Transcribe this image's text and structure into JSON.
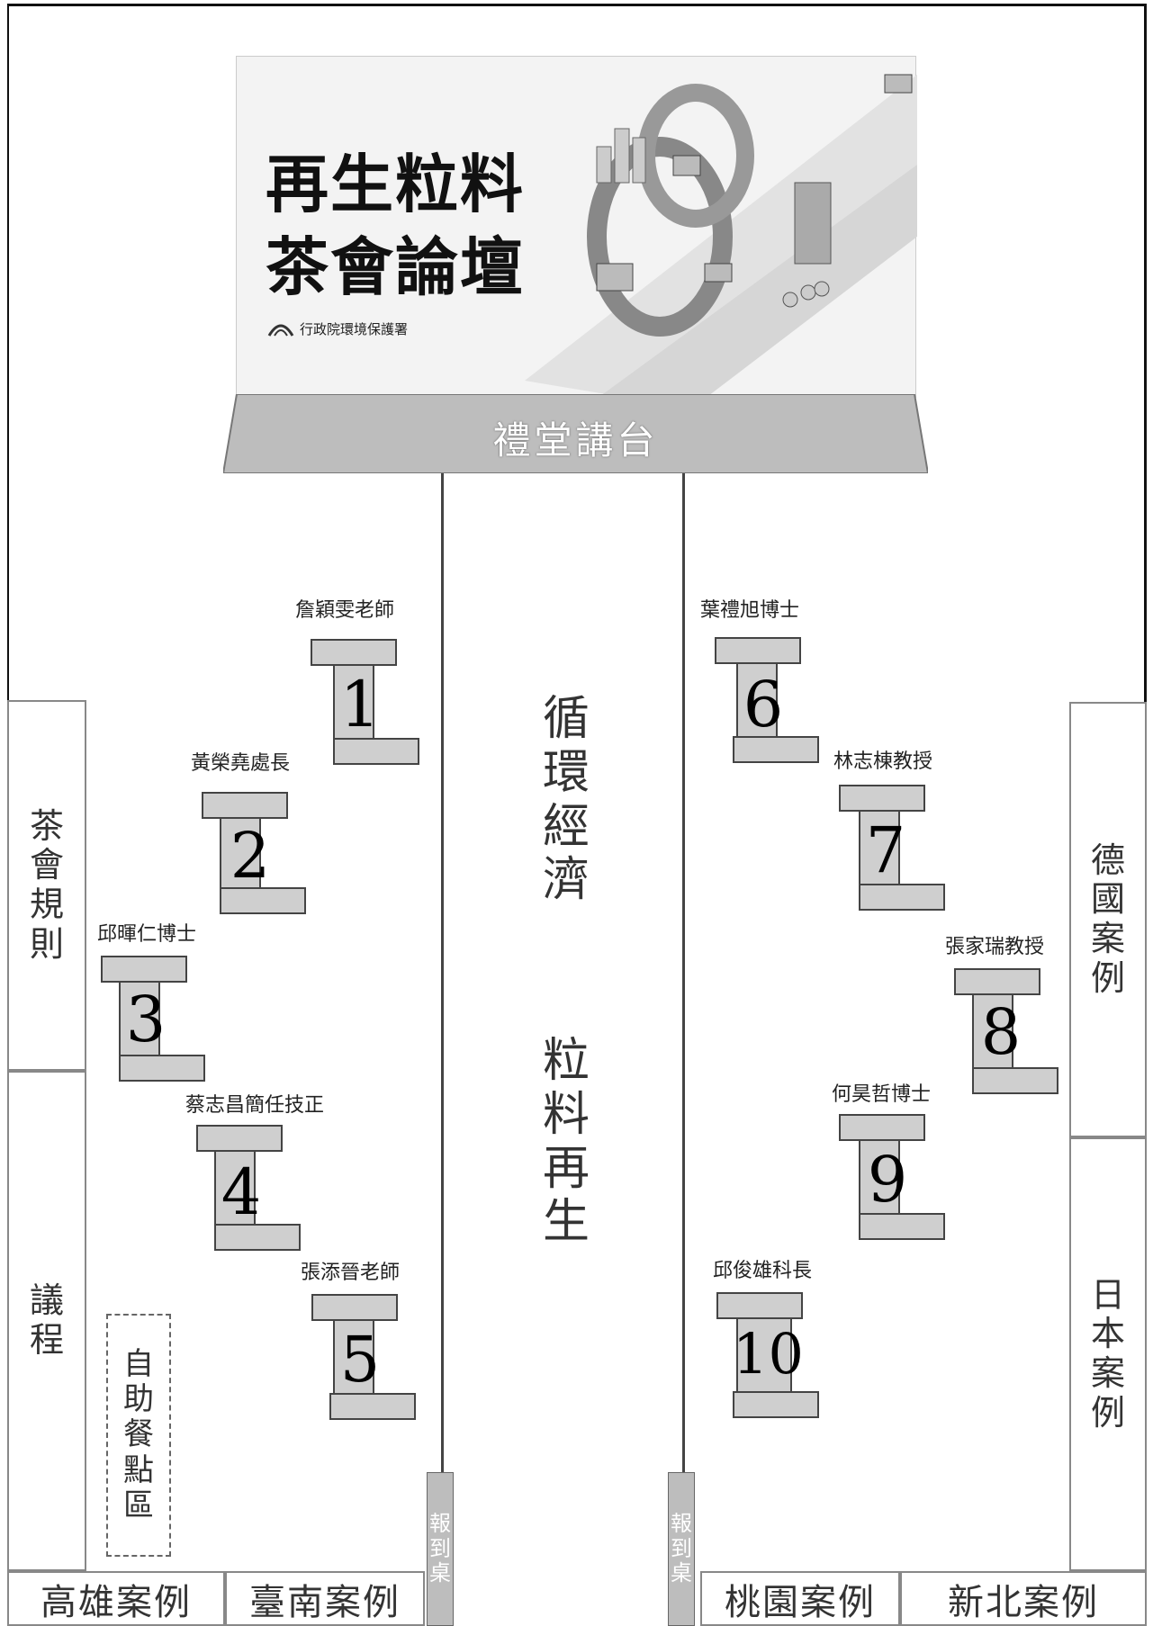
{
  "banner": {
    "title_line1": "再生粒料",
    "title_line2": "茶會論壇",
    "org": "行政院環境保護署"
  },
  "stage": {
    "label": "禮堂講台"
  },
  "center": {
    "col1": [
      "循",
      "環",
      "經",
      "濟"
    ],
    "col2": [
      "粒",
      "料",
      "再",
      "生"
    ]
  },
  "left_panels": {
    "rules": [
      "茶",
      "會",
      "規",
      "則"
    ],
    "agenda": [
      "議",
      "程"
    ],
    "buffet": [
      "自",
      "助",
      "餐",
      "點",
      "區"
    ]
  },
  "right_panels": {
    "germany": [
      "德",
      "國",
      "案",
      "例"
    ],
    "japan": [
      "日",
      "本",
      "案",
      "例"
    ]
  },
  "bottom": {
    "kaohsiung": "高雄案例",
    "tainan": "臺南案例",
    "taoyuan": "桃園案例",
    "newtaipei": "新北案例"
  },
  "check_in": {
    "left": [
      "報",
      "到",
      "桌"
    ],
    "right": [
      "報",
      "到",
      "桌"
    ]
  },
  "seats": [
    {
      "num": "1",
      "speaker": "詹穎雯老師"
    },
    {
      "num": "2",
      "speaker": "黃榮堯處長"
    },
    {
      "num": "3",
      "speaker": "邱暉仁博士"
    },
    {
      "num": "4",
      "speaker": "蔡志昌簡任技正"
    },
    {
      "num": "5",
      "speaker": "張添晉老師"
    },
    {
      "num": "6",
      "speaker": "葉禮旭博士"
    },
    {
      "num": "7",
      "speaker": "林志棟教授"
    },
    {
      "num": "8",
      "speaker": "張家瑞教授"
    },
    {
      "num": "9",
      "speaker": "何昊哲博士"
    },
    {
      "num": "10",
      "speaker": "邱俊雄科長"
    }
  ]
}
